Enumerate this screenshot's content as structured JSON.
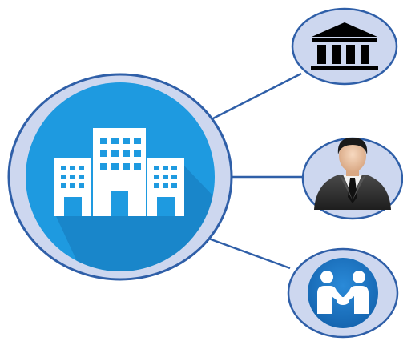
{
  "hub": {
    "icon": "office-buildings-icon",
    "outer_fill": "#cdd7ef",
    "ring_color": "#2f5fa8",
    "inner_fill": "#1e9ae0",
    "shadow_color": "#1676b8",
    "icon_color": "#ffffff"
  },
  "connector_color": "#2f5fa8",
  "nodes": [
    {
      "id": "institution",
      "icon": "bank-building-icon",
      "icon_color": "#000000",
      "inner_fill": "#cdd7ef"
    },
    {
      "id": "person",
      "icon": "businessman-avatar-icon",
      "icon_color": "#2b2b2b",
      "inner_fill": "#cdd7ef"
    },
    {
      "id": "partnership",
      "icon": "handshake-icon",
      "icon_color": "#ffffff",
      "inner_fill": "#1e7ec8"
    }
  ]
}
